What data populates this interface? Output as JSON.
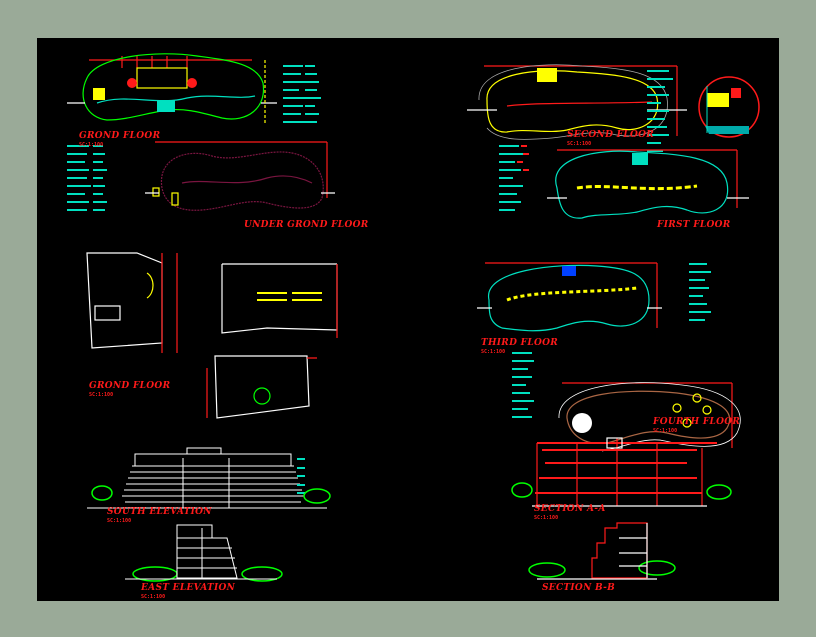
{
  "sheet": {
    "background": "#000000",
    "frame_color": "#9aaa98",
    "drawings": {
      "ground_floor": {
        "title": "GROND FLOOR",
        "scale": "SC:1:100"
      },
      "under_ground_floor": {
        "title": "UNDER  GROND FLOOR"
      },
      "second_floor": {
        "title": "SECOND FLOOR",
        "scale": "SC:1:100"
      },
      "first_floor": {
        "title": "FIRST FLOOR"
      },
      "ground_floor_plan_2": {
        "title": "GROND FLOOR",
        "scale": "SC:1:100"
      },
      "third_floor": {
        "title": "THIRD FLOOR",
        "scale": "SC:1:100"
      },
      "fourth_floor": {
        "title": "FOURTH FLOOR",
        "scale": "SC:1:100"
      },
      "south_elevation": {
        "title": "SOUTH  ELEVATION",
        "scale": "SC:1:100"
      },
      "east_elevation": {
        "title": "EAST  ELEVATION",
        "scale": "SC:1:100"
      },
      "section_aa": {
        "title": "SECTION  A-A",
        "scale": "SC:1:100"
      },
      "section_bb": {
        "title": "SECTION  B-B"
      }
    },
    "colors": {
      "red": "#ff1a1a",
      "yellow": "#ffff00",
      "green": "#00ff00",
      "cyan": "#00e0c0",
      "magenta": "#ff00ff",
      "white": "#ffffff"
    }
  }
}
